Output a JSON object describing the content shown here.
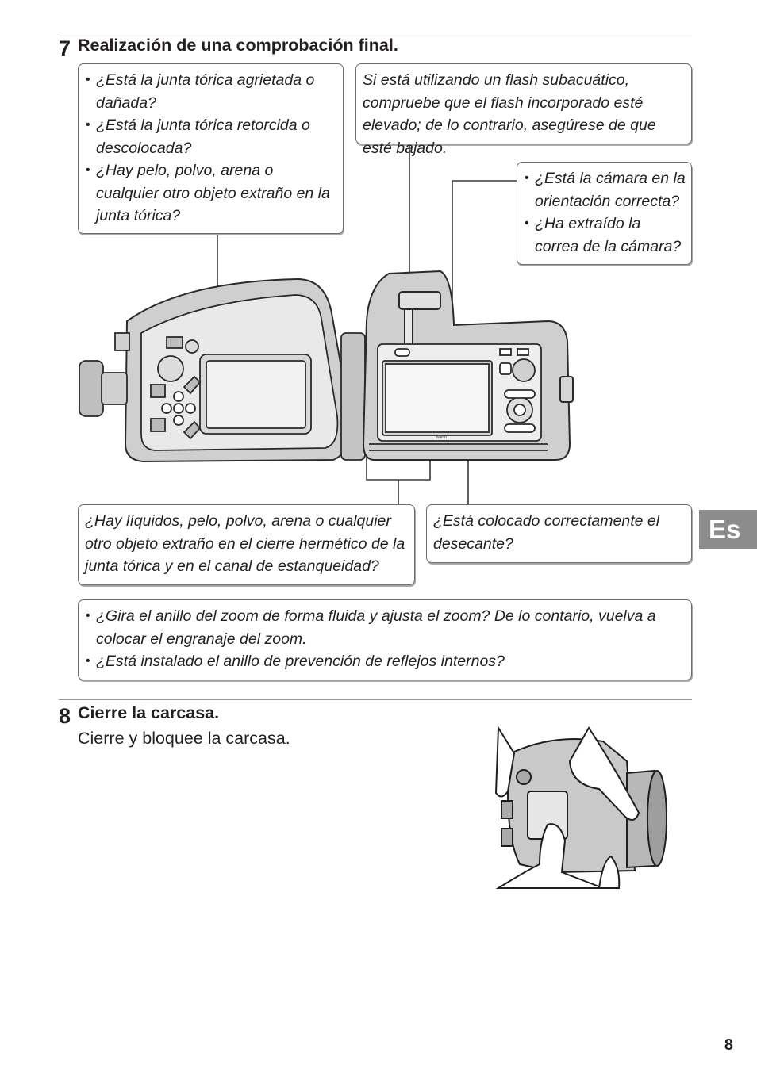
{
  "step7": {
    "number": "7",
    "title": "Realización de una comprobación final."
  },
  "callouts": {
    "oring": [
      "¿Está la junta tórica agrietada o dañada?",
      "¿Está la junta tórica retorcida o descolocada?",
      "¿Hay pelo, polvo, arena o cualquier otro objeto extraño en la junta tórica?"
    ],
    "flash": "Si está utilizando un flash subacuático, compruebe que el flash incorporado esté elevado; de lo contrario, asegúrese de que esté bajado.",
    "camera": [
      "¿Está la cámara en la orientación correcta?",
      "¿Ha extraído la correa de la cámara?"
    ],
    "seal": "¿Hay líquidos, pelo, polvo, arena o cualquier otro objeto extraño en el cierre hermético de la junta tórica y en el canal de estanqueidad?",
    "desiccant": "¿Está colocado correctamente el desecante?",
    "zoom": [
      "¿Gira el anillo del zoom de forma fluida y ajusta el zoom? De lo contario, vuelva a colocar el engranaje del zoom.",
      "¿Está instalado el anillo de prevención de reflejos internos?"
    ]
  },
  "step8": {
    "number": "8",
    "title": "Cierre la carcasa.",
    "text": "Cierre y bloquee la carcasa."
  },
  "illustration": {
    "brand": "Nikon"
  },
  "language_tab": "Es",
  "page_number": "8"
}
